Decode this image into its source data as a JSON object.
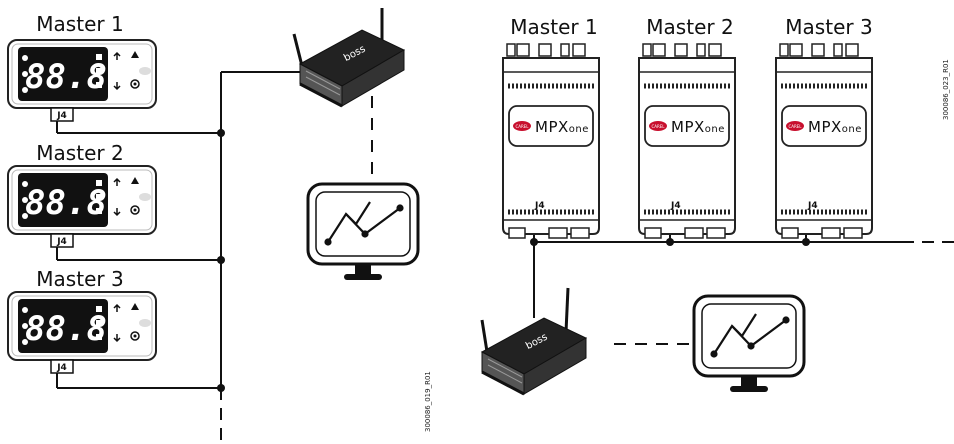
{
  "left_system": {
    "controllers": [
      {
        "label": "Master 1",
        "port": "J4",
        "display": "88.8"
      },
      {
        "label": "Master 2",
        "port": "J4",
        "display": "88.8"
      },
      {
        "label": "Master 3",
        "port": "J4",
        "display": "88.8"
      }
    ],
    "gateway_brand": "boss",
    "figure_code": "300086_019_R01"
  },
  "right_system": {
    "controllers": [
      {
        "label": "Master 1",
        "port": "J4",
        "logo": "CAREL",
        "brand": "MPX",
        "brand_suffix": "one"
      },
      {
        "label": "Master 2",
        "port": "J4",
        "logo": "CAREL",
        "brand": "MPX",
        "brand_suffix": "one"
      },
      {
        "label": "Master 3",
        "port": "J4",
        "logo": "CAREL",
        "brand": "MPX",
        "brand_suffix": "one"
      }
    ],
    "gateway_brand": "boss",
    "figure_code": "300086_023_R01"
  }
}
